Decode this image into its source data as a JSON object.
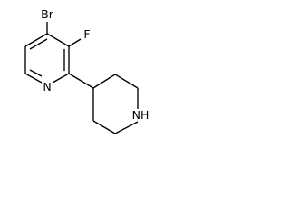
{
  "molecule": {
    "atoms": {
      "bromine": "Br",
      "fluorine": "F",
      "pyridine_nitrogen": "N",
      "piperidine_nitrogen": "NH"
    }
  },
  "colors": {
    "bond": "#000000",
    "label": "#000000",
    "background": "#ffffff"
  }
}
